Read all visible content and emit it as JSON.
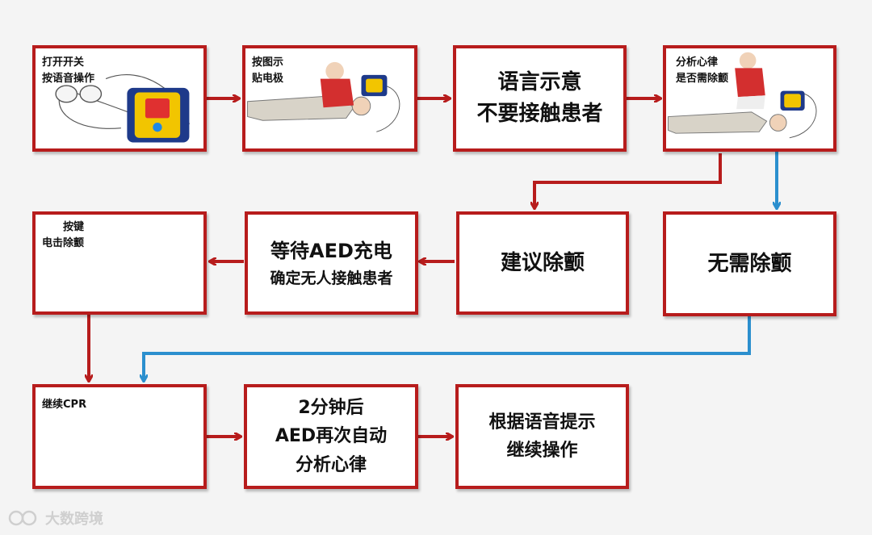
{
  "flow": {
    "step1": {
      "line1": "打开开关",
      "line2": "按语音操作"
    },
    "step2": {
      "line1": "按图示",
      "line2": "贴电极"
    },
    "step3": {
      "line1": "语言示意",
      "line2": "不要接触患者"
    },
    "step4": {
      "line1": "分析心律",
      "line2": "是否需除颤"
    },
    "step5": {
      "text": "无需除颤"
    },
    "step6": {
      "text": "建议除颤"
    },
    "step7": {
      "line1": "等待AED充电",
      "line2": "确定无人接触患者"
    },
    "step8": {
      "line1": "按键",
      "line2": "电击除颤"
    },
    "step9": {
      "text": "继续CPR"
    },
    "step10": {
      "line1": "2分钟后",
      "line2": "AED再次自动",
      "line3": "分析心律"
    },
    "step11": {
      "line1": "根据语音提示",
      "line2": "继续操作"
    }
  },
  "watermark": {
    "text": "大数跨境"
  },
  "colors": {
    "border": "#b71c1c",
    "red_arrow": "#b71c1c",
    "blue_arrow": "#2b8fce",
    "background": "#f4f4f4"
  }
}
